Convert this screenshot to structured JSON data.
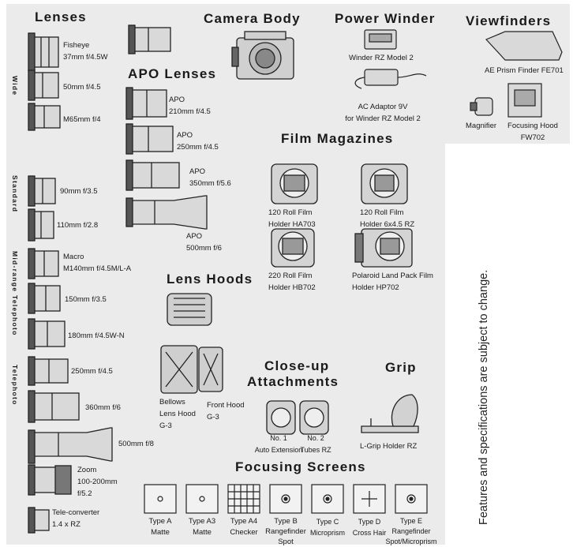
{
  "headings": {
    "lenses": "Lenses",
    "camera_body": "Camera Body",
    "power_winder": "Power Winder",
    "viewfinders": "Viewfinders",
    "apo_lenses": "APO Lenses",
    "film_magazines": "Film Magazines",
    "lens_hoods": "Lens Hoods",
    "closeup_line1": "Close-up",
    "closeup_line2": "Attachments",
    "grip": "Grip",
    "focusing_screens": "Focusing Screens"
  },
  "categories": {
    "wide": "Wide",
    "standard": "Standard",
    "midrange": "Mid-range Telephoto",
    "telephoto": "Telephoto"
  },
  "lenses": [
    {
      "l1": "Fisheye",
      "l2": "37mm f/4.5W"
    },
    {
      "l1": "50mm f/4.5",
      "l2": ""
    },
    {
      "l1": "M65mm f/4",
      "l2": ""
    },
    {
      "l1": "90mm f/3.5",
      "l2": ""
    },
    {
      "l1": "110mm f/2.8",
      "l2": ""
    },
    {
      "l1": "Macro",
      "l2": "M140mm f/4.5M/L-A"
    },
    {
      "l1": "150mm f/3.5",
      "l2": ""
    },
    {
      "l1": "180mm f/4.5W-N",
      "l2": ""
    },
    {
      "l1": "250mm f/4.5",
      "l2": ""
    },
    {
      "l1": "360mm f/6",
      "l2": ""
    },
    {
      "l1": "500mm f/8",
      "l2": ""
    },
    {
      "l1": "Zoom",
      "l2": "100-200mm",
      "l3": "f/5.2"
    },
    {
      "l1": "Tele-converter",
      "l2": "1.4 x RZ"
    }
  ],
  "apo": [
    {
      "l1": "APO",
      "l2": "210mm f/4.5"
    },
    {
      "l1": "APO",
      "l2": "250mm f/4.5"
    },
    {
      "l1": "APO",
      "l2": "350mm f/5.6"
    },
    {
      "l1": "APO",
      "l2": "500mm f/6"
    }
  ],
  "power_winder": {
    "winder": "Winder RZ Model 2",
    "adaptor_l1": "AC Adaptor 9V",
    "adaptor_l2": "for Winder RZ Model 2"
  },
  "viewfinders": {
    "prism": "AE Prism Finder FE701",
    "magnifier": "Magnifier",
    "hood_l1": "Focusing Hood",
    "hood_l2": "FW702"
  },
  "magazines": [
    {
      "l1": "120 Roll Film",
      "l2": "Holder HA703"
    },
    {
      "l1": "120 Roll Film",
      "l2": "Holder 6x4.5 RZ"
    },
    {
      "l1": "220 Roll Film",
      "l2": "Holder HB702"
    },
    {
      "l1": "Polaroid Land Pack Film",
      "l2": "Holder HP702"
    }
  ],
  "hoods": {
    "bellows_l1": "Bellows",
    "bellows_l2": "Lens Hood",
    "bellows_l3": "G-3",
    "front_l1": "Front Hood",
    "front_l2": "G-3"
  },
  "closeup": {
    "no1_l1": "No. 1",
    "no1_l2": "Auto Extension",
    "no2_l1": "No. 2",
    "no2_l2": "Tubes RZ"
  },
  "grip_label": "L-Grip Holder RZ",
  "screens": [
    {
      "l1": "Type A",
      "l2": "Matte",
      "l3": ""
    },
    {
      "l1": "Type A3",
      "l2": "Matte",
      "l3": ""
    },
    {
      "l1": "Type A4",
      "l2": "Checker",
      "l3": ""
    },
    {
      "l1": "Type B",
      "l2": "Rangefinder",
      "l3": "Spot"
    },
    {
      "l1": "Type C",
      "l2": "Microprism",
      "l3": ""
    },
    {
      "l1": "Type D",
      "l2": "Cross Hair",
      "l3": ""
    },
    {
      "l1": "Type E",
      "l2": "Rangefinder",
      "l3": "Spot/Microprism"
    }
  ],
  "note": "Features and specifications are subject to change.",
  "colors": {
    "panel": "#ebebec",
    "ink": "#1a1a1a"
  }
}
